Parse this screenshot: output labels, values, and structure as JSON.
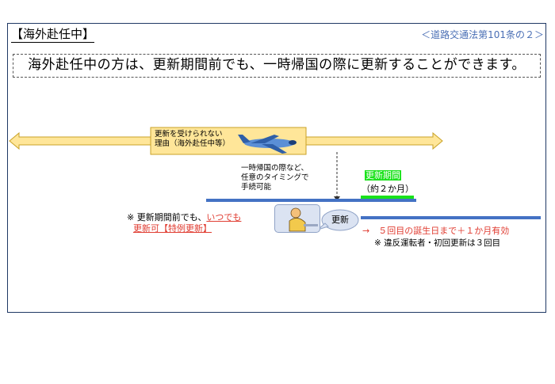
{
  "title": "【海外赴任中】",
  "legal_reference": "＜道路交通法第101条の２＞",
  "notice": "海外赴任中の方は、更新期間前でも、一時帰国の際に更新することができます。",
  "timeline": {
    "reason_line1": "更新を受けられない",
    "reason_line2": "理由（海外赴任中等）",
    "temporary_return_line1": "一時帰国の際など、",
    "temporary_return_line2": "任意のタイミングで",
    "temporary_return_line3": "手続可能",
    "renewal_period_label": "更新期間",
    "renewal_period_length": "（約２か月）",
    "renewal_bubble": "更新",
    "special_prefix": "※ 更新期間前でも、",
    "special_anytime": "いつでも",
    "special_renewal": "更新可【特例更新】",
    "validity": "→　５回目の誕生日まで＋１か月有効",
    "violator_note": "※ 違反運転者・初回更新は３回目"
  },
  "colors": {
    "frame": "#1f3864",
    "arrow_fill": "#ffe699",
    "arrow_border": "#c9a227",
    "timeline_blue": "#4472c4",
    "highlight_green": "#19e21a",
    "emphasis_red": "#e03c31"
  },
  "icons": [
    "airplane-icon",
    "person-writing-icon",
    "speech-bubble-icon"
  ]
}
